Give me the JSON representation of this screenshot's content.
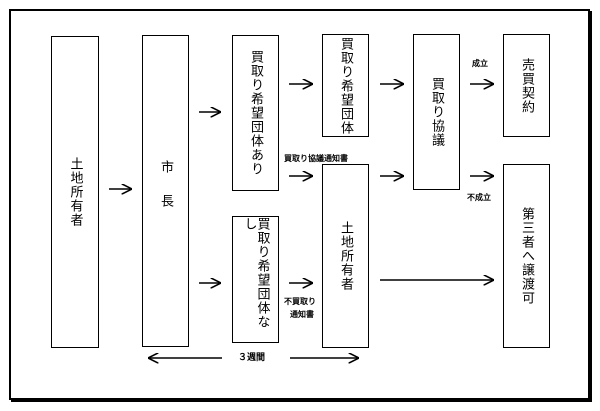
{
  "boxes": {
    "landowner": "土地所有者",
    "mayor_top": "市",
    "mayor_bottom": "長",
    "buyer_yes": "買取り希望団体あり",
    "buyer_group": "買取り希望団体",
    "negotiation": "買取り協議",
    "sale_contract": "売買契約",
    "landowner2": "土地所有者",
    "buyer_none": "買取り希望団体なし",
    "transfer": "第三者へ譲渡可"
  },
  "labels": {
    "success": "成立",
    "purchase_notice": "買取り協議通知書",
    "failure": "不成立",
    "no_purchase_line1": "不買取り",
    "no_purchase_line2": "通知書",
    "three_weeks": "３週間"
  }
}
